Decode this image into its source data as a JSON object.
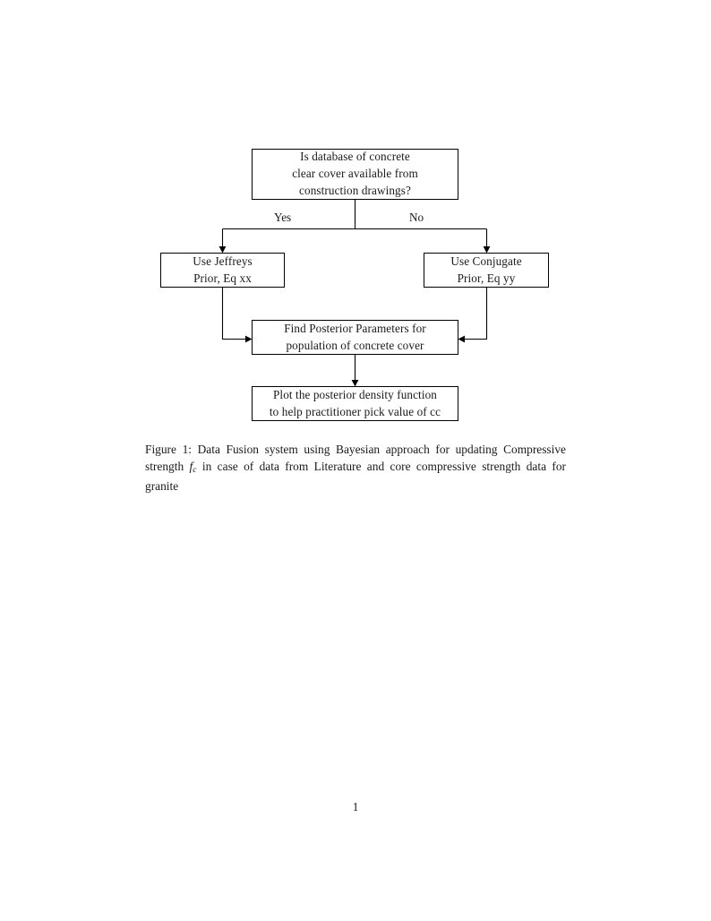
{
  "document": {
    "page_number": "1"
  },
  "figure": {
    "caption_prefix": "Figure 1:",
    "caption_part1": " Data Fusion system using Bayesian approach for updating Compressive strength ",
    "caption_math_base": "f",
    "caption_math_sub": "c",
    "caption_part2": " in case of data from Literature and core compressive strength data for granite"
  },
  "flowchart": {
    "nodes": [
      {
        "id": "decision",
        "name": "decision-node",
        "lines": [
          "Is database of concrete",
          "clear cover available from",
          "construction drawings?"
        ]
      },
      {
        "id": "jeffreys",
        "name": "jeffreys-prior-node",
        "lines": [
          "Use Jeffreys",
          "Prior, Eq xx"
        ]
      },
      {
        "id": "conjugate",
        "name": "conjugate-prior-node",
        "lines": [
          "Use Conjugate",
          "Prior, Eq yy"
        ]
      },
      {
        "id": "posterior",
        "name": "find-posterior-node",
        "lines": [
          "Find Posterior Parameters for",
          "population of concrete cover"
        ]
      },
      {
        "id": "plot",
        "name": "plot-density-node",
        "lines": [
          "Plot the posterior density function",
          "to help practitioner pick value of cc"
        ]
      }
    ],
    "branch_labels": {
      "yes": "Yes",
      "no": "No"
    },
    "colors": {
      "stroke": "#000000",
      "fill": "#ffffff",
      "text": "#1a1a1a"
    }
  }
}
